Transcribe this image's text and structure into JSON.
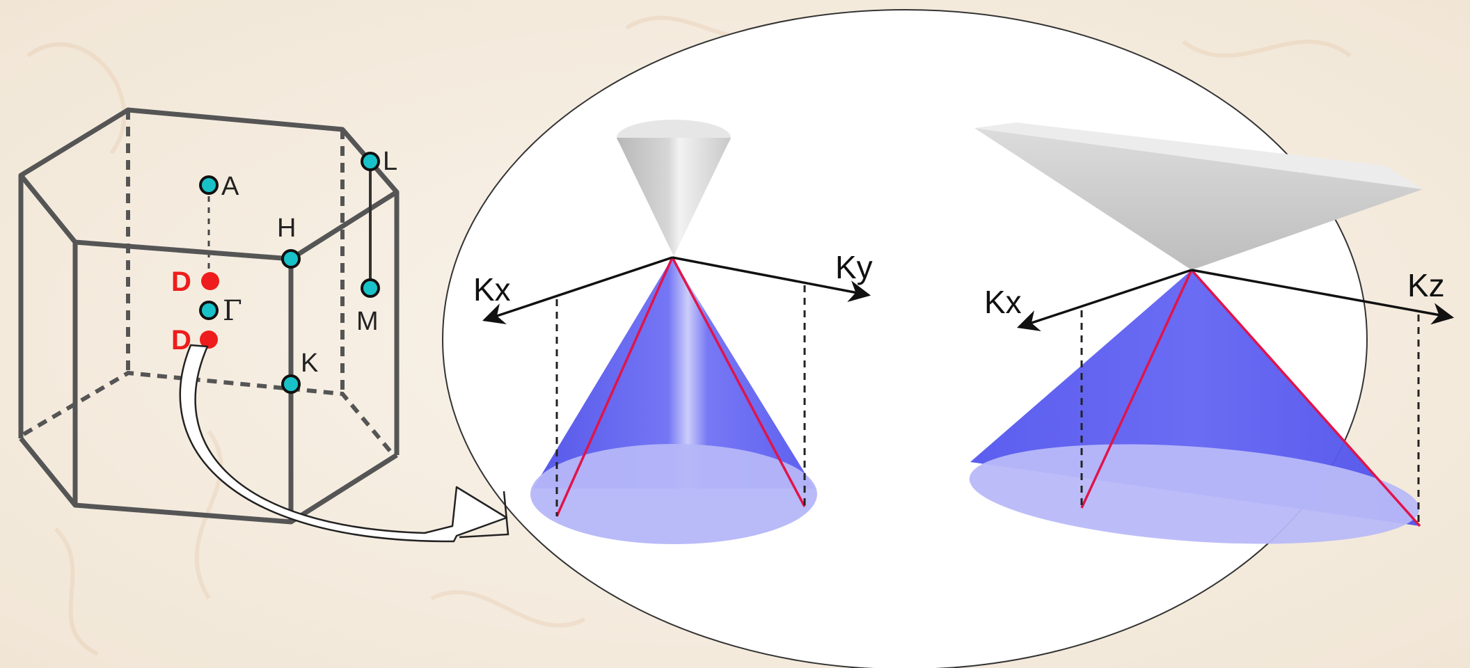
{
  "colors": {
    "background": "#f7f0e6",
    "edge": "#555555",
    "point_fill": "#19c2c9",
    "dirac_point": "#ee1c1c",
    "cone_blue": "#5a5cf0",
    "cone_base": "#b9baf8",
    "cone_grey": "#c4c4c4",
    "red_line": "#e0144a",
    "axis": "#111111",
    "oval_fill": "#ffffff"
  },
  "brillouin_zone": {
    "points": {
      "A": "A",
      "H": "H",
      "L": "L",
      "M": "M",
      "Gamma": "Γ",
      "K": "K",
      "D_upper": "D",
      "D_lower": "D"
    }
  },
  "cone_left": {
    "axis_left": "Kx",
    "axis_right": "Ky"
  },
  "cone_right": {
    "axis_left": "Kx",
    "axis_right": "Kz"
  }
}
